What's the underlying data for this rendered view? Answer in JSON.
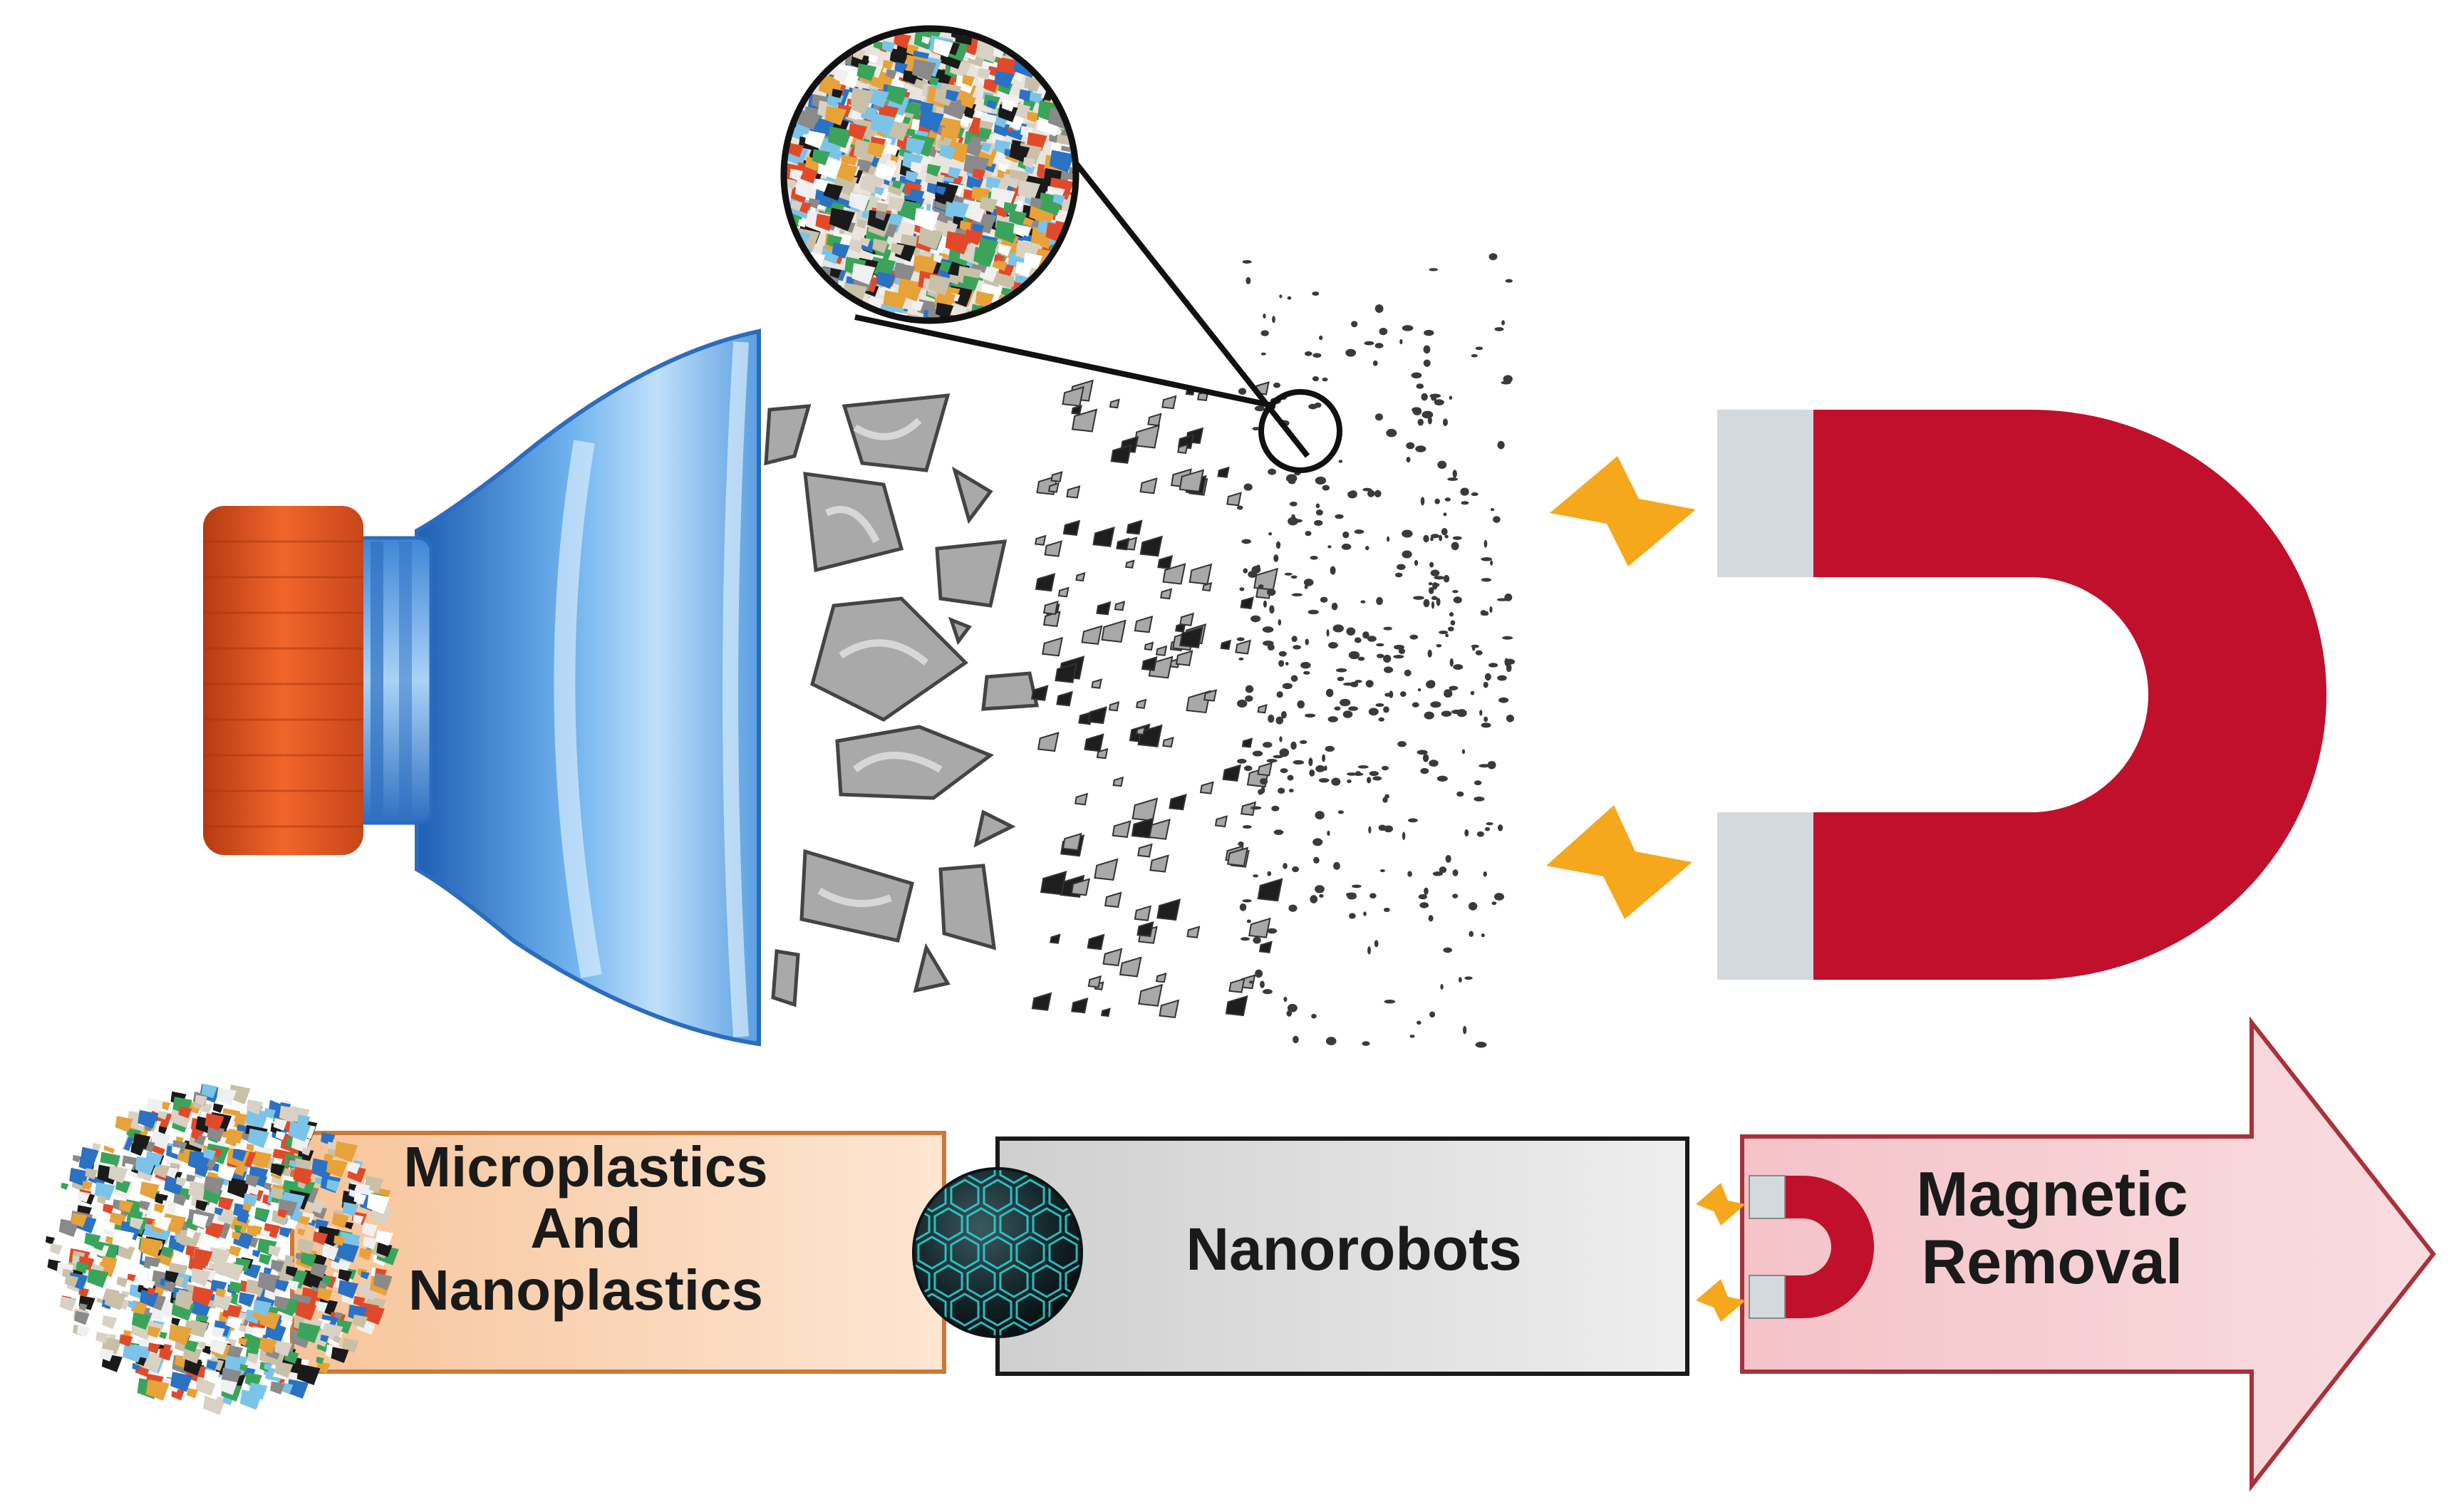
{
  "steps": {
    "micro": {
      "line1": "Microplastics",
      "line2": "And",
      "line3": "Nanoplastics"
    },
    "nano": {
      "label": "Nanorobots"
    },
    "magnetic": {
      "line1": "Magnetic",
      "line2": "Removal"
    }
  },
  "colors": {
    "cap": "#d9531e",
    "bottle": "#4a90d9",
    "fragment": "#9a9a9a",
    "particle": "#2b2b2b",
    "magnet_red": "#c0102b",
    "magnet_pole": "#d4d9de",
    "spark": "#f5a81c",
    "micro_box": "#fbd6b8",
    "micro_box_border": "#c97a3a",
    "nano_box": "#d9d9d9",
    "nano_box_border": "#1a1a1a",
    "arrow_fill": "#f3c2c6",
    "arrow_border": "#a8323c",
    "nanorobot": "#1b2a2e",
    "nanorobot_glow": "#2fd6d6"
  },
  "icons": [
    "bottle-icon",
    "magnifier-icon",
    "magnet-icon",
    "spark-icon",
    "plastic-pile-icon",
    "nanorobot-icon"
  ]
}
